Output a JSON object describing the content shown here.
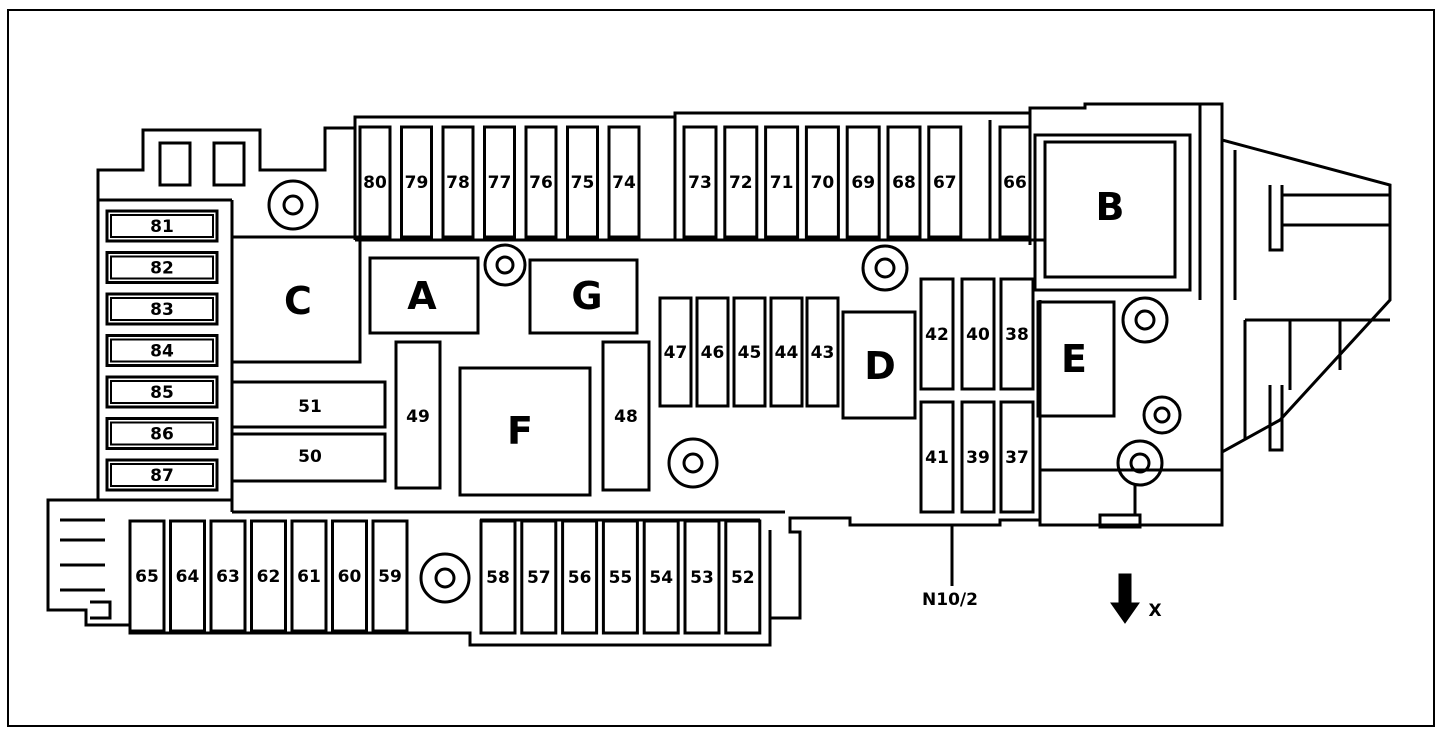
{
  "fuses_top_left": [
    "80",
    "79",
    "78",
    "77",
    "76",
    "75",
    "74"
  ],
  "fuses_top_mid": [
    "73",
    "72",
    "71",
    "70",
    "69",
    "68",
    "67"
  ],
  "fuse_66": "66",
  "fuses_left_col": [
    "81",
    "82",
    "83",
    "84",
    "85",
    "86",
    "87"
  ],
  "fuses_bottom_left": [
    "65",
    "64",
    "63",
    "62",
    "61",
    "60",
    "59"
  ],
  "fuses_bottom_right": [
    "58",
    "57",
    "56",
    "55",
    "54",
    "53",
    "52"
  ],
  "fuses_mid_row": [
    "47",
    "46",
    "45",
    "44",
    "43"
  ],
  "fuses_right_upper": [
    "42",
    "40",
    "38"
  ],
  "fuses_right_lower": [
    "41",
    "39",
    "37"
  ],
  "fuse_51": "51",
  "fuse_50": "50",
  "fuse_49": "49",
  "fuse_48": "48",
  "relays": {
    "A": "A",
    "B": "B",
    "C": "C",
    "D": "D",
    "E": "E",
    "F": "F",
    "G": "G"
  },
  "component_label": "N10/2",
  "direction_label": "X"
}
